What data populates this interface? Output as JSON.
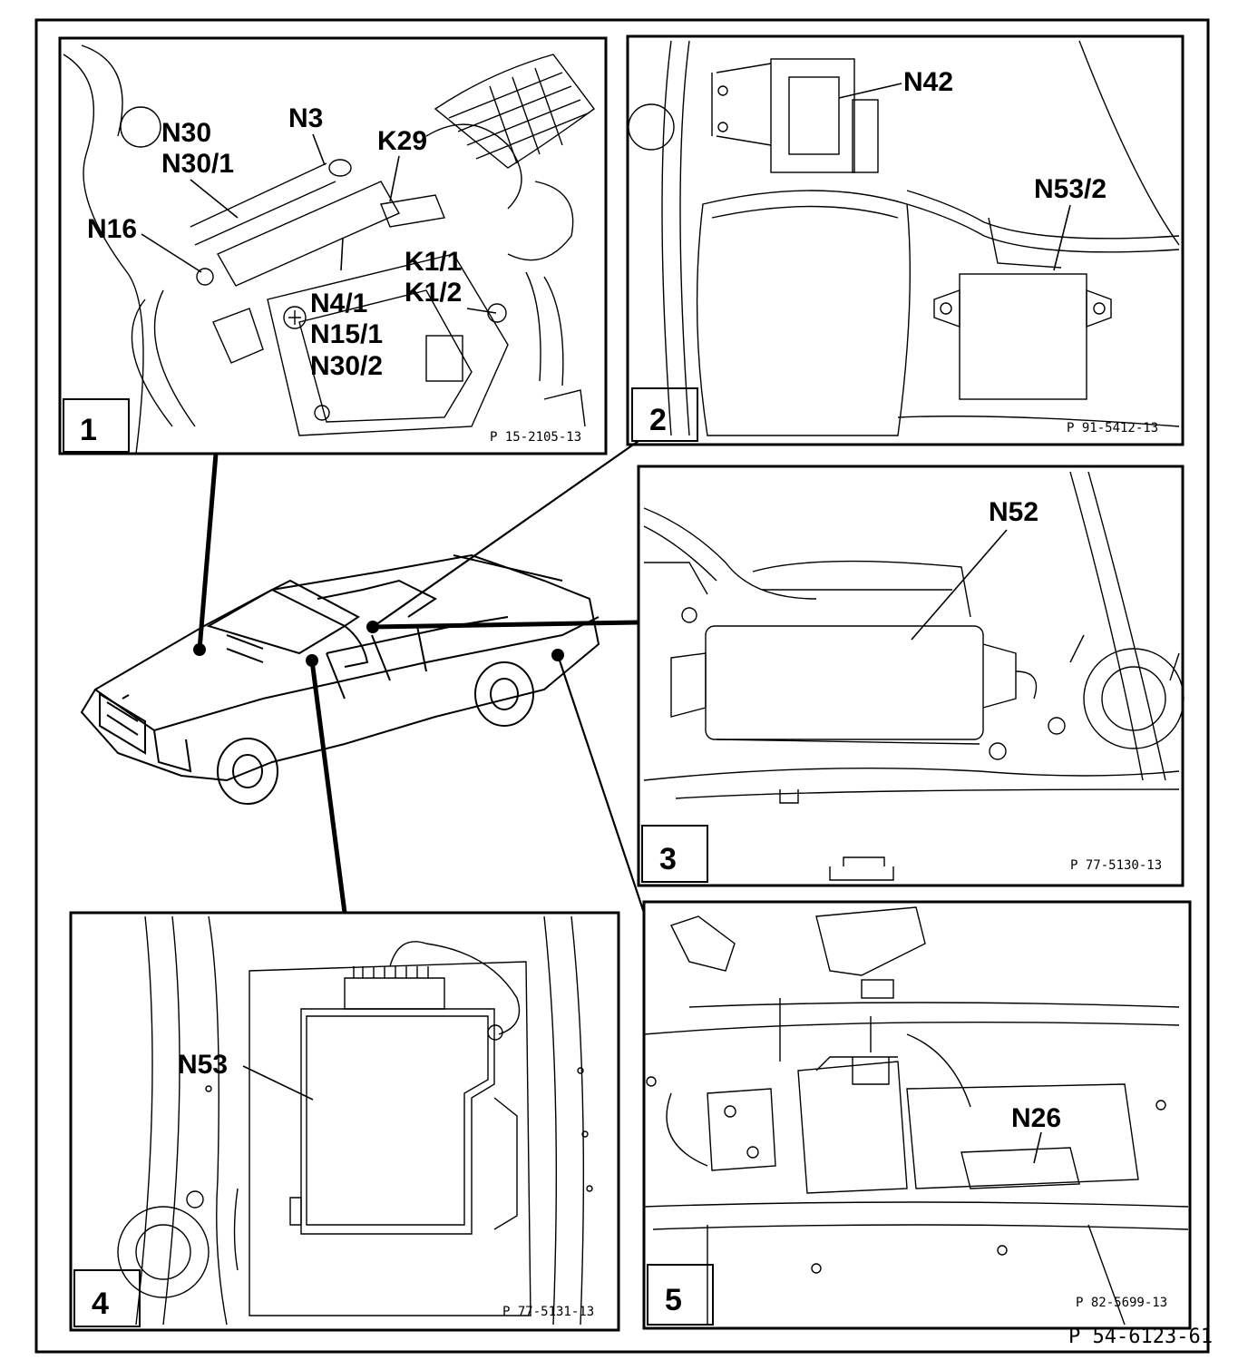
{
  "master_reference": "P 54-6123-61",
  "panels": [
    {
      "number": "1",
      "reference": "P 15-2105-13",
      "labels": [
        "N30",
        "N30/1",
        "N3",
        "K29",
        "N16",
        "K1/1",
        "K1/2",
        "N4/1",
        "N15/1",
        "N30/2"
      ]
    },
    {
      "number": "2",
      "reference": "P 91-5412-13",
      "labels": [
        "N42",
        "N53/2"
      ]
    },
    {
      "number": "3",
      "reference": "P 77-5130-13",
      "labels": [
        "N52"
      ]
    },
    {
      "number": "4",
      "reference": "P 77-5131-13",
      "labels": [
        "N53"
      ]
    },
    {
      "number": "5",
      "reference": "P 82-5699-13",
      "labels": [
        "N26"
      ]
    }
  ]
}
